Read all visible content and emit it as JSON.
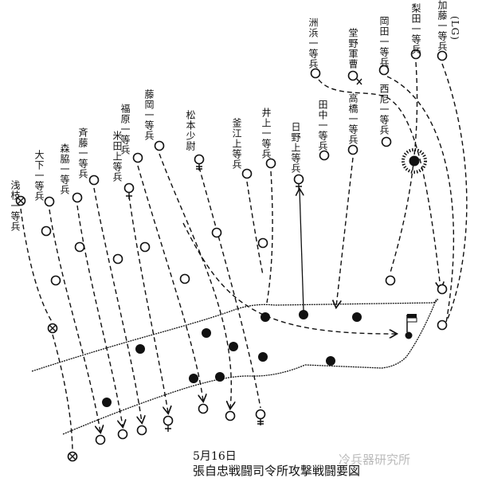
{
  "soldiers": {
    "asaeda": "浅枝一等兵",
    "oshita": "大下一等兵",
    "moriwaki": "森脇一等兵",
    "saito": "斉藤一等兵",
    "yoneda": "米田上等兵",
    "fukuhara": "福原一等兵",
    "fujioka": "藤岡一等兵",
    "matsumoto": "松本少尉",
    "kamae": "釜江上等兵",
    "inoue": "井上一等兵",
    "hino": "日野上等兵",
    "tanaka": "田中一等兵",
    "takahashi": "高橋一等兵",
    "suhama": "洲浜一等兵",
    "dono": "堂野軍曹",
    "nishio": "西尼一等兵",
    "okada": "岡田一等兵",
    "nashida": "梨田一等兵",
    "kato": "加藤一等兵",
    "kato_note": "(LG)"
  },
  "caption": {
    "date": "5月16日",
    "title": "張自忠戦闘司令所攻撃戦闘要図"
  },
  "watermark": "冷兵器研究所"
}
